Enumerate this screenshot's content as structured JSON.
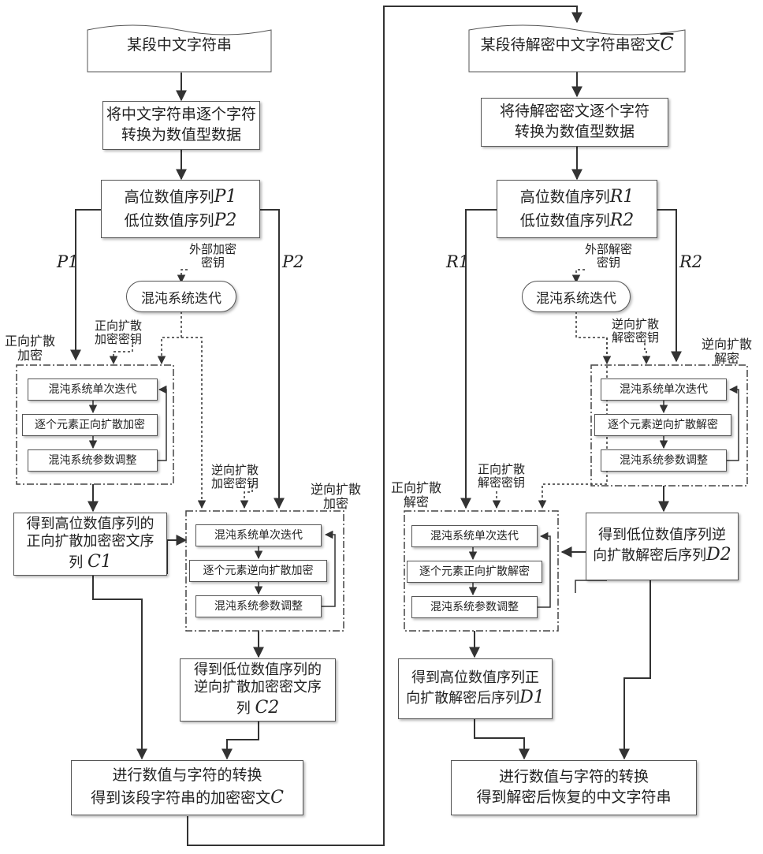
{
  "left": {
    "input": "某段中文字符串",
    "convert": [
      "将中文字符串逐个字符",
      "转换为数值型数据"
    ],
    "split": {
      "high": "高位数值序列",
      "high_var": "P1",
      "low": "低位数值序列",
      "low_var": "P2"
    },
    "branch_left_var": "P1",
    "branch_right_var": "P2",
    "external_key": [
      "外部加密",
      "密钥"
    ],
    "chaos": "混沌系统迭代",
    "forward_key": [
      "正向扩散",
      "加密密钥"
    ],
    "forward_group": [
      "正向扩散",
      "加密"
    ],
    "forward_steps": [
      "混沌系统单次迭代",
      "逐个元素正向扩散加密",
      "混沌系统参数调整"
    ],
    "backward_key": [
      "逆向扩散",
      "加密密钥"
    ],
    "backward_group": [
      "逆向扩散",
      "加密"
    ],
    "backward_steps": [
      "混沌系统单次迭代",
      "逐个元素逆向扩散加密",
      "混沌系统参数调整"
    ],
    "result_high": {
      "l1": "得到高位数值序列的",
      "l2": "正向扩散加密密文序",
      "l3": "列 ",
      "var": "C1"
    },
    "result_low": {
      "l1": "得到低位数值序列的",
      "l2": "逆向扩散加密密文序",
      "l3": "列 ",
      "var": "C2"
    },
    "final": {
      "l1": "进行数值与字符的转换",
      "l2": "得到该段字符串的加密密文",
      "var": "C"
    }
  },
  "right": {
    "input": "某段待解密中文字符串密文",
    "input_var": "C",
    "convert": [
      "将待解密密文逐个字符",
      "转换为数值型数据"
    ],
    "split": {
      "high": "高位数值序列",
      "high_var": "R1",
      "low": "低位数值序列",
      "low_var": "R2"
    },
    "branch_left_var": "R1",
    "branch_right_var": "R2",
    "external_key": [
      "外部解密",
      "密钥"
    ],
    "chaos": "混沌系统迭代",
    "backward_key": [
      "逆向扩散",
      "解密密钥"
    ],
    "backward_group": [
      "逆向扩散",
      "解密"
    ],
    "backward_steps": [
      "混沌系统单次迭代",
      "逐个元素逆向扩散解密",
      "混沌系统参数调整"
    ],
    "forward_key": [
      "正向扩散",
      "解密密钥"
    ],
    "forward_group": [
      "正向扩散",
      "解密"
    ],
    "forward_steps": [
      "混沌系统单次迭代",
      "逐个元素正向扩散解密",
      "混沌系统参数调整"
    ],
    "result_low": {
      "l1": "得到低位数值序列逆",
      "l2": "向扩散解密后序列",
      "var": "D2"
    },
    "result_high": {
      "l1": "得到高位数值序列正",
      "l2": "向扩散解密后序列",
      "var": "D1"
    },
    "final": [
      "进行数值与字符的转换",
      "得到解密后恢复的中文字符串"
    ]
  }
}
